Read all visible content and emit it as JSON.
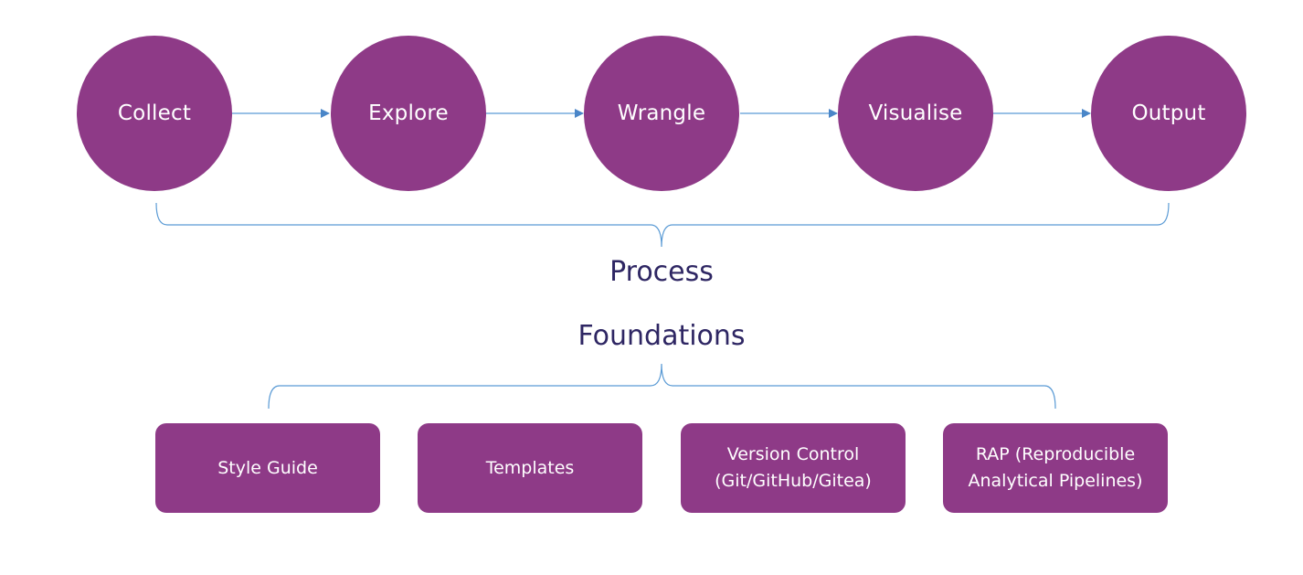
{
  "colors": {
    "node_fill": "#8e3a87",
    "node_text": "#ffffff",
    "connector": "#5b9bd5",
    "label_text": "#2e2663"
  },
  "process": {
    "label": "Process",
    "steps": [
      {
        "label": "Collect"
      },
      {
        "label": "Explore"
      },
      {
        "label": "Wrangle"
      },
      {
        "label": "Visualise"
      },
      {
        "label": "Output"
      }
    ]
  },
  "foundations": {
    "label": "Foundations",
    "items": [
      {
        "label": "Style Guide"
      },
      {
        "label": "Templates"
      },
      {
        "label": "Version Control\n(Git/GitHub/Gitea)"
      },
      {
        "label": "RAP (Reproducible\nAnalytical Pipelines)"
      }
    ]
  }
}
